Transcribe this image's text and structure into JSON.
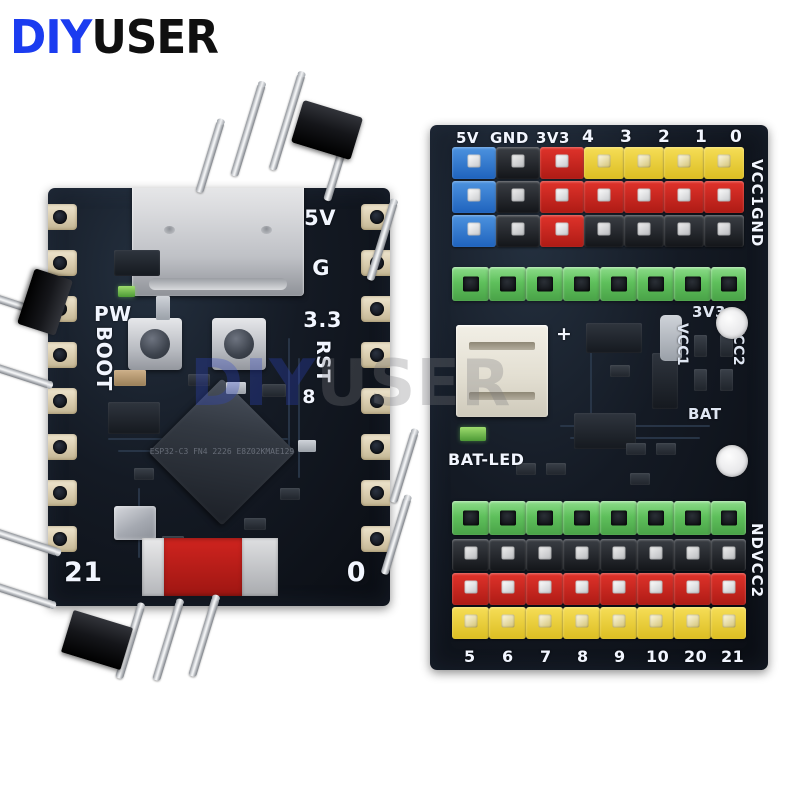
{
  "logo": {
    "part1": "DIY",
    "part2": "USER",
    "part1_color": "#1b3cf0",
    "part2_color": "#101010"
  },
  "watermark": {
    "part1": "DIY",
    "part2": "USER",
    "part1_color": "#2f46c8",
    "part2_color": "#7c7c80"
  },
  "boards": {
    "left": {
      "name": "ESP32-C3 SuperMini development board",
      "chip_marking": "ESP32-C3\nFN4 2226\nE8Z02KMAE129",
      "silkscreen": {
        "right_pins": [
          "5V",
          "G",
          "3.3",
          "RST"
        ],
        "left_pins": [
          "PW",
          "BOOT"
        ],
        "bottom_left": "21",
        "bottom_right": "0",
        "gpio_8": "8"
      }
    },
    "right": {
      "name": "Expansion shield / breakout board",
      "top_labels": [
        "5V",
        "GND",
        "3V3",
        "4",
        "3",
        "2",
        "1",
        "0"
      ],
      "bottom_labels": [
        "5",
        "6",
        "7",
        "8",
        "9",
        "10",
        "20",
        "21"
      ],
      "right_edge_upper": "VCC1GND",
      "right_edge_lower": "NDVCC2",
      "jumper_labels": [
        "3V3",
        "VCC1",
        "VCC2",
        "BAT"
      ],
      "led_label": "BAT-LED",
      "battery_plus": "+"
    }
  },
  "colors": {
    "pcb_dark": "#141a24",
    "terminal_blue": "#2f7ccf",
    "terminal_black": "#1a1c20",
    "terminal_red": "#cd2721",
    "terminal_yellow": "#eccf3d",
    "terminal_green": "#5fc05c",
    "gold_pad": "#e2d6bb",
    "background": "#ffffff"
  }
}
